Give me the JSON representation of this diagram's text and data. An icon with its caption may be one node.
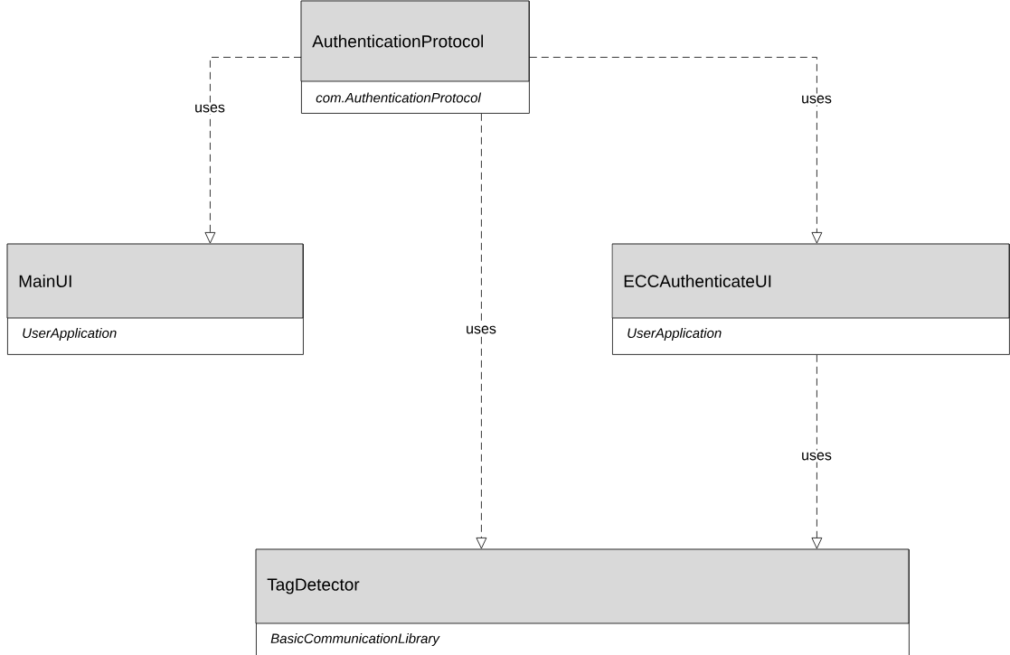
{
  "diagram": {
    "nodes": [
      {
        "text": [
          "AuthenticationProtocol",
          "com.AuthenticationProtocol"
        ]
      },
      {
        "text": [
          "MainUI",
          "UserApplication"
        ]
      },
      {
        "text": [
          "ECCAuthenticateUI",
          "UserApplication"
        ]
      },
      {
        "text": [
          "TagDetector",
          "BasicCommunicationLibrary"
        ]
      }
    ],
    "edges": [
      {
        "from": 0,
        "to": 1,
        "arrow": "to",
        "label": "uses",
        "style": "dashed"
      },
      {
        "from": 0,
        "to": 2,
        "arrow": "to",
        "label": "uses",
        "style": "dashed"
      },
      {
        "from": 0,
        "to": 3,
        "arrow": "to",
        "label": "uses",
        "style": "dashed"
      },
      {
        "from": 2,
        "to": 3,
        "arrow": "to",
        "label": "uses",
        "style": "dashed"
      }
    ]
  }
}
